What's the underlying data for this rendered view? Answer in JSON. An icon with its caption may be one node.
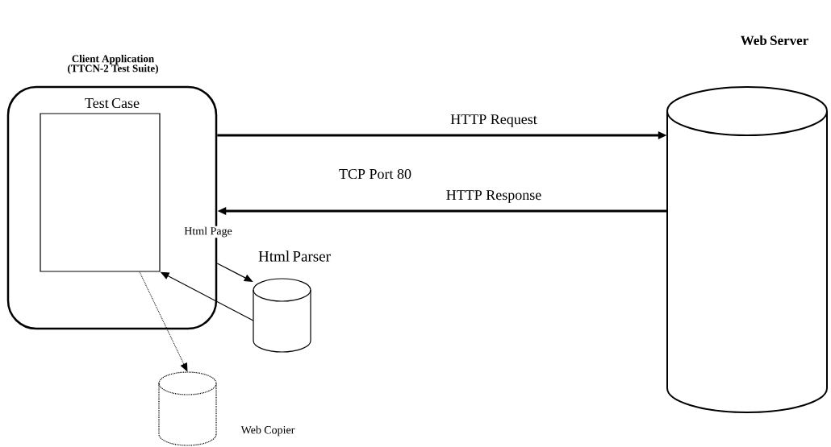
{
  "diagram": {
    "nodes": [
      {
        "text": [
          "Client Application (TTCN-2 Test Suite)",
          "Test Case"
        ]
      },
      {
        "text": [],
        "shape": "box",
        "in": 0
      },
      {
        "text": [
          "Web Server"
        ]
      },
      {
        "text": [
          "Html Parser"
        ]
      },
      {
        "text": [
          "Web Copier"
        ]
      }
    ],
    "edges": [
      {
        "from": 0,
        "to": 2,
        "arrow": "to",
        "label": "HTTP Request",
        "style": "thick"
      },
      {
        "from": 2,
        "to": 0,
        "arrow": "to",
        "label": "HTTP Response",
        "style": "thick"
      },
      {
        "from": 0,
        "to": 3,
        "arrow": "to",
        "label": "Html Page"
      },
      {
        "from": 3,
        "to": 1,
        "arrow": "to"
      },
      {
        "from": 1,
        "to": 4,
        "arrow": "to",
        "style": "dashed"
      }
    ],
    "labels": [
      "TCP Port 80"
    ]
  }
}
